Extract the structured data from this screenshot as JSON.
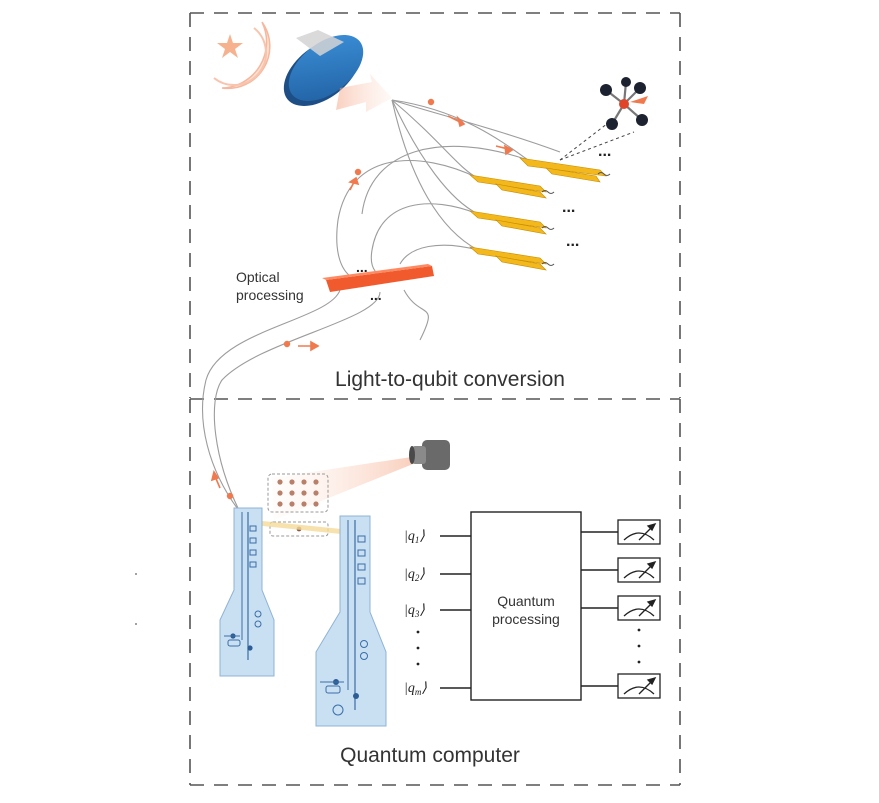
{
  "sections": {
    "top_title": "Light-to-qubit conversion",
    "bottom_title": "Quantum computer"
  },
  "labels": {
    "optical_processing": [
      "Optical",
      "processing"
    ],
    "quantum_processing": [
      "Quantum",
      "processing"
    ],
    "ellipsis": "...",
    "vertical_ellipsis": ":"
  },
  "qubits": [
    {
      "base": "|q",
      "sub": "1",
      "close": "⟩"
    },
    {
      "base": "|q",
      "sub": "2",
      "close": "⟩"
    },
    {
      "base": "|q",
      "sub": "3",
      "close": "⟩"
    },
    {
      "base": "|q",
      "sub": "m",
      "close": "⟩"
    }
  ],
  "colors": {
    "frame": "#555555",
    "photon_arrow": "#f07a4e",
    "chip_gold": "#f2b81c",
    "waveguide": "#f05a2c",
    "mirror_blue": "#2d7cc8",
    "device_blue": "#c9dff2",
    "fiber": "#9a9a9a",
    "text": "#333333"
  },
  "icons": [
    "sun-moon-icon",
    "mirror-icon",
    "molecule-icon",
    "objective-lens-icon",
    "meter-icon"
  ]
}
